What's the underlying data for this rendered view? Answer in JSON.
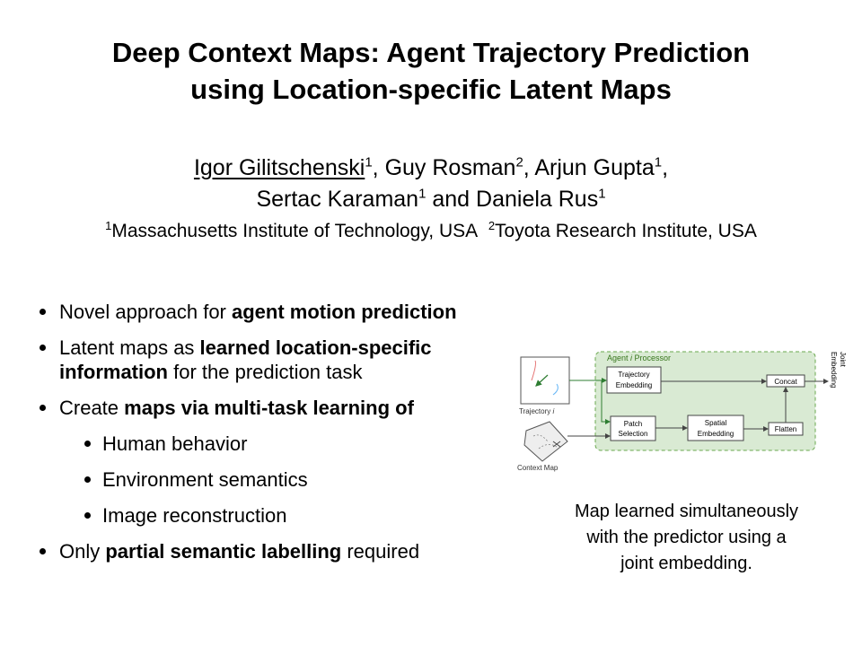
{
  "title": {
    "line1": "Deep Context Maps: Agent Trajectory Prediction",
    "line2": "using Location-specific Latent Maps"
  },
  "authors": {
    "a1": "Igor Gilitschenski",
    "a1_sup": "1",
    "a2": "Guy Rosman",
    "a2_sup": "2",
    "a3": "Arjun Gupta",
    "a3_sup": "1",
    "a4": "Sertac Karaman",
    "a4_sup": "1",
    "a5": "Daniela Rus",
    "a5_sup": "1",
    "sep": ", ",
    "and": " and "
  },
  "affiliations": {
    "sup1": "1",
    "aff1": "Massachusetts Institute of Technology, USA",
    "sup2": "2",
    "aff2": "Toyota Research Institute, USA"
  },
  "bullets": [
    {
      "pre": "Novel approach for ",
      "bold": "agent motion prediction",
      "post": ""
    },
    {
      "pre": "Latent maps as ",
      "bold": "learned location-specific information",
      "post": " for the prediction task"
    },
    {
      "pre": "Create ",
      "bold": "maps via multi-task learning of",
      "post": ""
    },
    {
      "sub": "Human behavior"
    },
    {
      "sub": "Environment semantics"
    },
    {
      "sub": "Image reconstruction"
    },
    {
      "pre": "Only ",
      "bold": "partial semantic labelling",
      "post": " required"
    }
  ],
  "diagram": {
    "processor_label_pre": "Agent ",
    "processor_label_i": "i",
    "processor_label_post": " Processor",
    "trajectory_label": "Trajectory ",
    "trajectory_i": "i",
    "context_map_label": "Context Map",
    "traj_embed_1": "Trajectory",
    "traj_embed_2": "Embedding",
    "patch_1": "Patch",
    "patch_2": "Selection",
    "spatial_1": "Spatial",
    "spatial_2": "Embedding",
    "concat": "Concat",
    "flatten": "Flatten",
    "joint_1": "Joint",
    "joint_2": "Embedding",
    "colors": {
      "green_fill": "#d9ead3",
      "green_stroke": "#6aa84f"
    }
  },
  "caption": {
    "line1": "Map learned simultaneously",
    "line2": "with the predictor using a",
    "line3": "joint embedding."
  }
}
